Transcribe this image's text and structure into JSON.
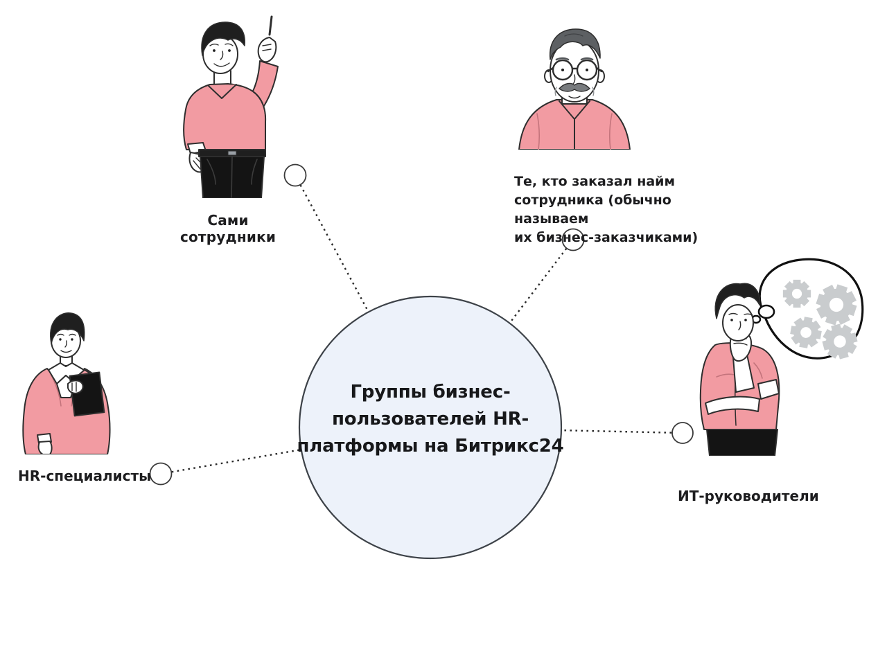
{
  "page": {
    "type": "diagram",
    "background": "#FFFFFF"
  },
  "center": {
    "full_text": "Группы бизнес-пользователей HR-платформы на Битрикс24",
    "lines": {
      "l1": "Группы бизнес-",
      "l2": "пользователей HR-",
      "l3": "платформы на Битрикс24"
    },
    "fill": "#EDF2FA",
    "border": "#3D4248"
  },
  "nodes": {
    "employees": {
      "label": "Сами сотрудники",
      "illustration": "man-pointing-up"
    },
    "customers": {
      "full_text": "Те, кто заказал найм сотрудника (обычно называем их бизнес-заказчиками)",
      "lines": {
        "l1": "Те, кто заказал найм",
        "l2": "сотрудника (обычно называем",
        "l3": "их бизнес-заказчиками)"
      },
      "illustration": "older-man-glasses-mustache"
    },
    "hr_specialists": {
      "label": "HR-специалисты",
      "illustration": "woman-holding-folder"
    },
    "it_leaders": {
      "label": "ИТ-руководители",
      "illustration": "thinking-man-with-gear-thought-bubble"
    }
  },
  "colors": {
    "shirt_pink": "#F29BA2",
    "outline_dark": "#2E2E2E",
    "pants_black": "#141414",
    "hair_black": "#1F1F1F",
    "hair_gray": "#5D6063",
    "mustache_gray": "#787B7E",
    "gear_gray": "#C9CCCE",
    "dotted_line": "#2B2B2B",
    "text": "#1D1D1F",
    "center_fill": "#EDF2FA"
  }
}
